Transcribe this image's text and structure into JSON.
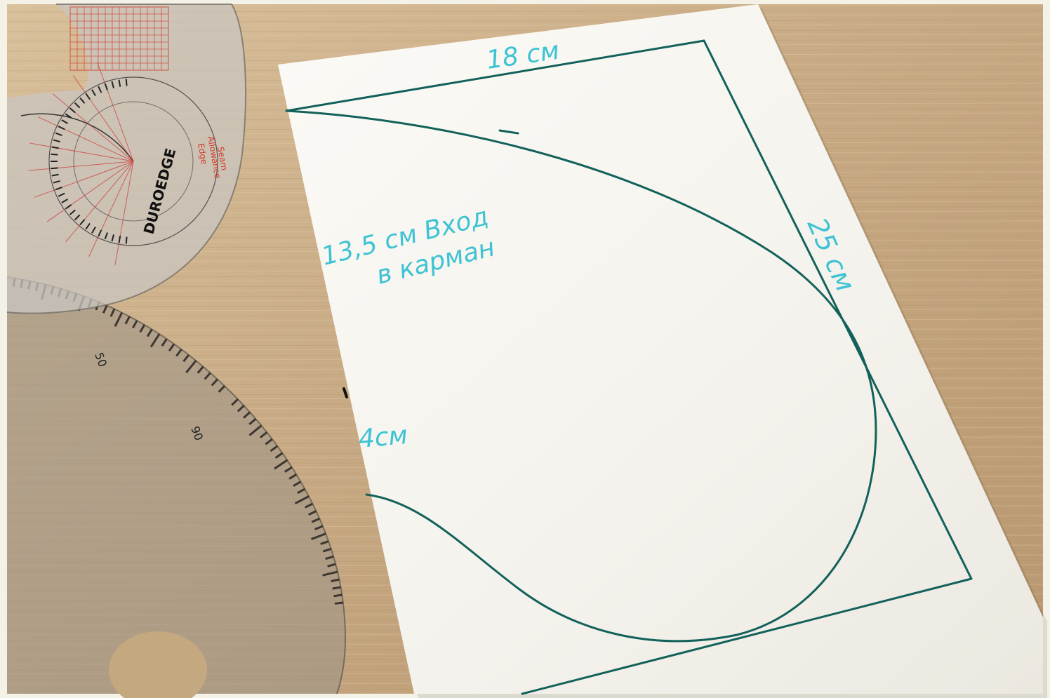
{
  "photo": {
    "colors": {
      "frame": "#f4f2e6",
      "table": "#c9ad86",
      "paper": "#f7f5ef",
      "pattern_line": "#12615a",
      "annotation_ink": "#3ec3d4",
      "ruler_ink": "#d23a2a"
    },
    "paper_labels": {
      "top_width": "18 см",
      "side_height": "25 см",
      "pocket_entry_line1": "13,5 см Вход",
      "pocket_entry_line2": "в карман",
      "bottom_offset": "4см"
    },
    "ruler_labels": {
      "brand": "DUROEDGE",
      "seam_allowance_1": "Seam",
      "seam_allowance_2": "Allowance",
      "seam_allowance_3": "Edge",
      "scale_50": "50",
      "scale_90": "90"
    }
  }
}
